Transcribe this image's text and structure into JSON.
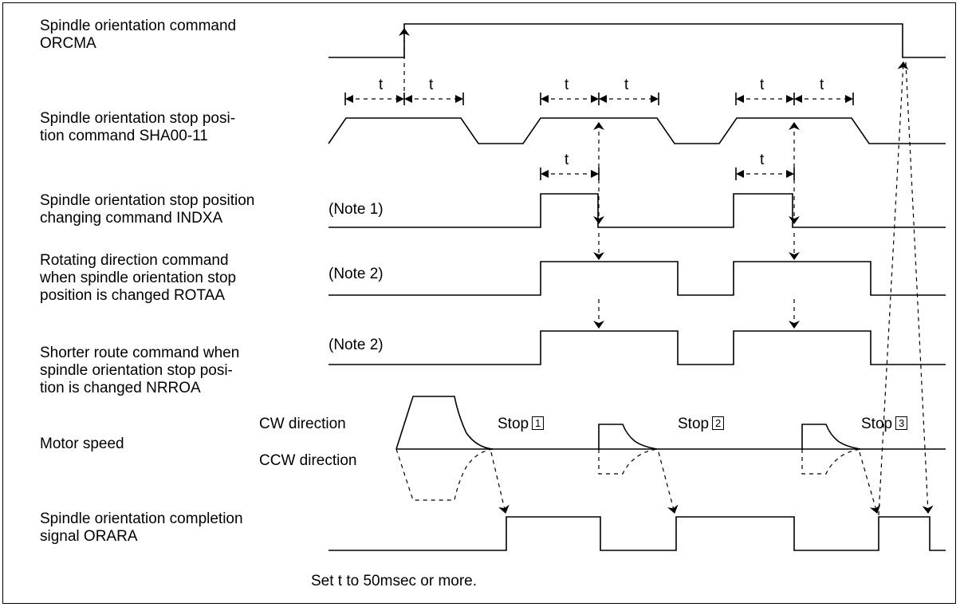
{
  "signals": {
    "orcma": [
      "Spindle orientation command",
      "ORCMA"
    ],
    "sha": [
      "Spindle orientation stop posi-",
      "tion command SHA00-11"
    ],
    "indxa": [
      "Spindle orientation stop position",
      "changing command INDXA"
    ],
    "rotaa": [
      "Rotating direction command",
      "when spindle orientation stop",
      "position is changed ROTAA"
    ],
    "nrroa": [
      "Shorter route command when",
      "spindle orientation stop posi-",
      "tion is changed  NRROA"
    ],
    "motor": [
      "Motor speed"
    ],
    "orara": [
      "Spindle orientation completion",
      "signal ORARA"
    ]
  },
  "notes": {
    "note1": "(Note 1)",
    "note2_rotaa": "(Note 2)",
    "note2_nrroa": "(Note 2)"
  },
  "motor_directions": {
    "cw": "CW direction",
    "ccw": "CCW direction"
  },
  "stops": [
    {
      "label": "Stop",
      "number": "1"
    },
    {
      "label": "Stop",
      "number": "2"
    },
    {
      "label": "Stop",
      "number": "3"
    }
  ],
  "timing_symbol": "t",
  "footnote": "Set t to 50msec or more."
}
